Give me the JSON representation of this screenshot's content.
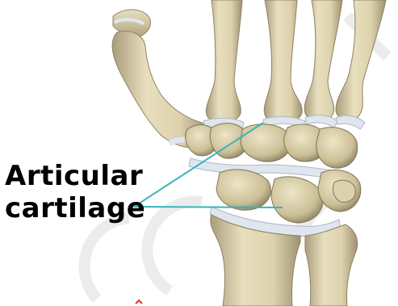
{
  "annotation": {
    "line1": "Articular",
    "line2": "cartilage"
  },
  "watermark_text": "ACCE",
  "colors": {
    "background": "#ffffff",
    "bone_light": "#e6dcb9",
    "bone_mid": "#cfc39a",
    "bone_shadow": "#9c9070",
    "cartilage": "#dfe6ee",
    "cartilage_outline": "#aeb8c6",
    "pointer_line": "#38b5b9",
    "label_text": "#000000",
    "watermark": "#e6e6e6"
  }
}
